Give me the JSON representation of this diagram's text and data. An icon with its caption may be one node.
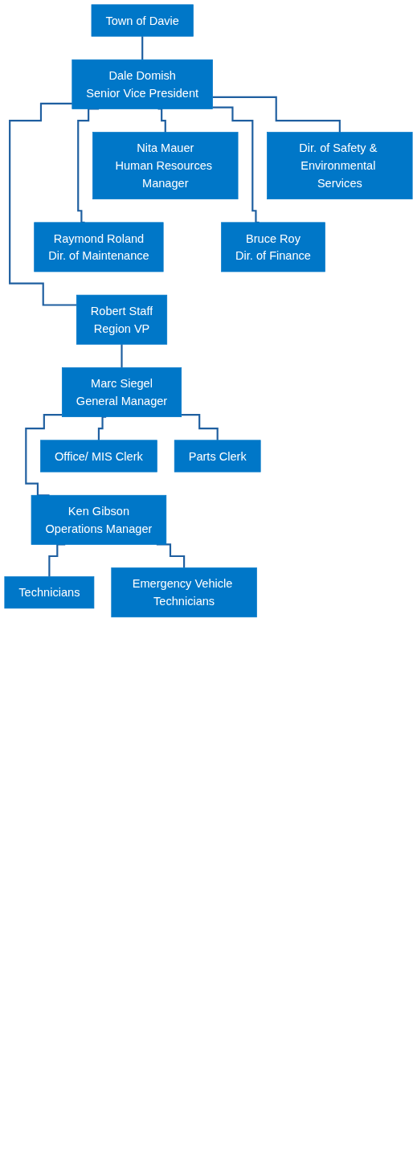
{
  "diagram": {
    "nodes": [
      {
        "text": [
          "Town of Davie"
        ]
      },
      {
        "text": [
          "Dale Domish",
          "Senior Vice President"
        ]
      },
      {
        "text": [
          "Nita Mauer",
          "Human Resources Manager"
        ]
      },
      {
        "text": [
          "Dir. of Safety & Environmental Services"
        ]
      },
      {
        "text": [
          "Raymond Roland",
          "Dir. of Maintenance"
        ]
      },
      {
        "text": [
          "Bruce Roy",
          "Dir. of Finance"
        ]
      },
      {
        "text": [
          "Robert Staff",
          "Region VP"
        ]
      },
      {
        "text": [
          "Marc Siegel",
          "General Manager"
        ]
      },
      {
        "text": [
          "Office/ MIS Clerk"
        ]
      },
      {
        "text": [
          "Parts Clerk"
        ]
      },
      {
        "text": [
          "Ken Gibson",
          "Operations Manager"
        ]
      },
      {
        "text": [
          "Technicians"
        ]
      },
      {
        "text": [
          "Emergency Vehicle Technicians"
        ]
      }
    ],
    "edges": [
      {
        "from": 0,
        "to": 1,
        "arrow": "none"
      },
      {
        "from": 1,
        "to": 2,
        "arrow": "none"
      },
      {
        "from": 1,
        "to": 3,
        "arrow": "none"
      },
      {
        "from": 1,
        "to": 4,
        "arrow": "none"
      },
      {
        "from": 1,
        "to": 5,
        "arrow": "none"
      },
      {
        "from": 1,
        "to": 6,
        "arrow": "none"
      },
      {
        "from": 6,
        "to": 7,
        "arrow": "none"
      },
      {
        "from": 7,
        "to": 8,
        "arrow": "none"
      },
      {
        "from": 7,
        "to": 9,
        "arrow": "none"
      },
      {
        "from": 7,
        "to": 10,
        "arrow": "none"
      },
      {
        "from": 10,
        "to": 11,
        "arrow": "none"
      },
      {
        "from": 10,
        "to": 12,
        "arrow": "none"
      }
    ]
  }
}
